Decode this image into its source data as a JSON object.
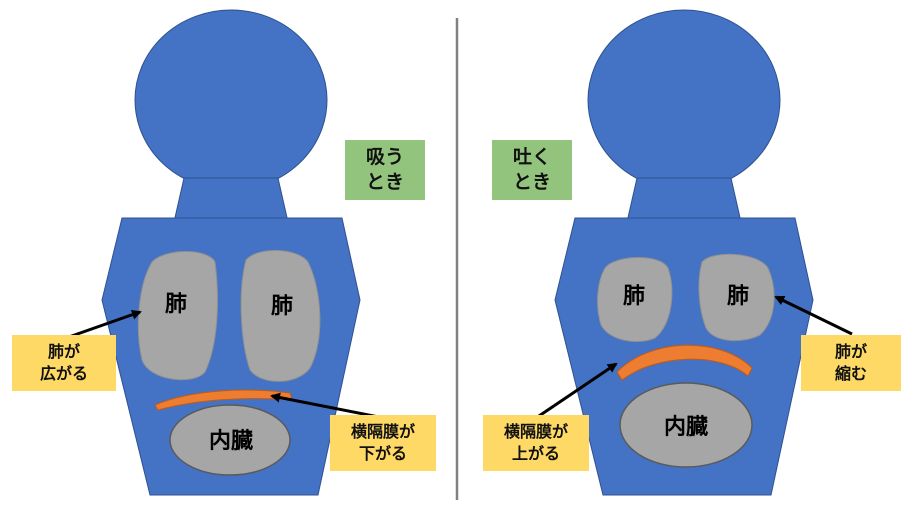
{
  "inhale": {
    "state_label_1": "吸う",
    "state_label_2": "とき",
    "lung_left": "肺",
    "lung_right": "肺",
    "organs": "内臓",
    "lung_note_1": "肺が",
    "lung_note_2": "広がる",
    "diaphragm_note_1": "横隔膜が",
    "diaphragm_note_2": "下がる"
  },
  "exhale": {
    "state_label_1": "吐く",
    "state_label_2": "とき",
    "lung_left": "肺",
    "lung_right": "肺",
    "organs": "内臓",
    "lung_note_1": "肺が",
    "lung_note_2": "縮む",
    "diaphragm_note_1": "横隔膜が",
    "diaphragm_note_2": "上がる"
  },
  "colors": {
    "body": "#4472c4",
    "body_outline": "#2f528f",
    "lung": "#a6a6a6",
    "organ": "#a6a6a6",
    "diaphragm": "#ed7d31",
    "state_box": "#93c47d",
    "note_box": "#ffd966",
    "divider": "#808080"
  }
}
